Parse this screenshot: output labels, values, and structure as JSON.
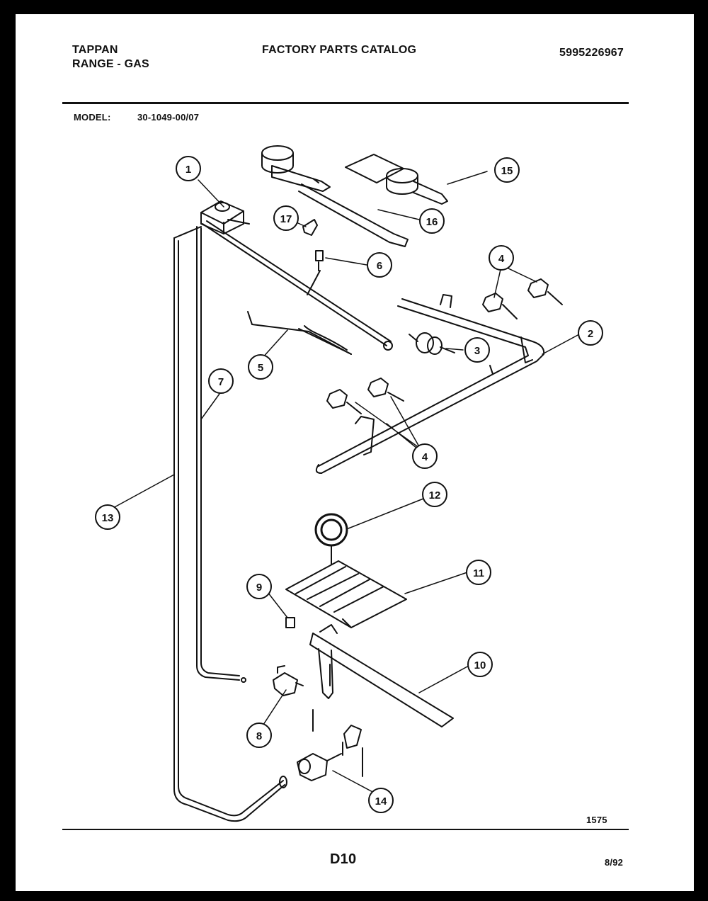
{
  "header": {
    "brand": "TAPPAN",
    "category": "RANGE - GAS",
    "title": "FACTORY PARTS CATALOG",
    "doc_number": "5995226967",
    "model_label": "MODEL:",
    "model_value": "30-1049-00/07"
  },
  "footer": {
    "drawing_number": "1575",
    "page_code": "D10",
    "date": "8/92"
  },
  "callouts": [
    "1",
    "2",
    "3",
    "4",
    "4",
    "5",
    "6",
    "7",
    "8",
    "9",
    "10",
    "11",
    "12",
    "13",
    "14",
    "15",
    "16",
    "17"
  ]
}
